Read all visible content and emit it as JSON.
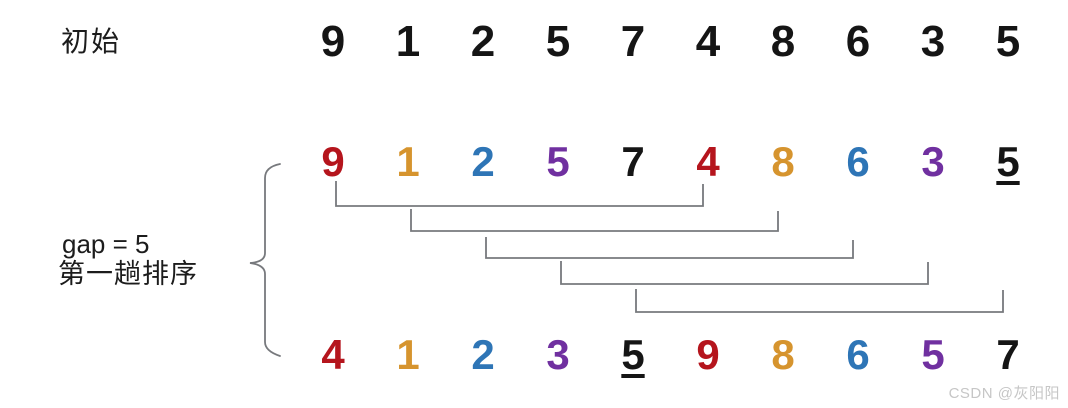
{
  "labels": {
    "initial": "初始",
    "gap": "gap = 5",
    "pass": "第一趟排序"
  },
  "watermark": "CSDN @灰阳阳",
  "palette": {
    "black": "#151515",
    "red": "#B5151D",
    "orange": "#D6942E",
    "blue": "#2E75B6",
    "purple": "#7030A0",
    "line": "#77797D",
    "watermark": "#C6C6C6"
  },
  "rows": [
    {
      "id": "initial",
      "values": [
        "9",
        "1",
        "2",
        "5",
        "7",
        "4",
        "8",
        "6",
        "3",
        "5"
      ],
      "colors": [
        "black",
        "black",
        "black",
        "black",
        "black",
        "black",
        "black",
        "black",
        "black",
        "black"
      ],
      "underline": []
    },
    {
      "id": "pass-before",
      "values": [
        "9",
        "1",
        "2",
        "5",
        "7",
        "4",
        "8",
        "6",
        "3",
        "5"
      ],
      "colors": [
        "red",
        "orange",
        "blue",
        "purple",
        "black",
        "red",
        "orange",
        "blue",
        "purple",
        "black"
      ],
      "underline": [
        9
      ]
    },
    {
      "id": "pass-after",
      "values": [
        "4",
        "1",
        "2",
        "3",
        "5",
        "9",
        "8",
        "6",
        "5",
        "7"
      ],
      "colors": [
        "red",
        "orange",
        "blue",
        "purple",
        "black",
        "red",
        "orange",
        "blue",
        "purple",
        "black"
      ],
      "underline": [
        4
      ]
    }
  ],
  "connectors": [
    {
      "from": 0,
      "to": 5
    },
    {
      "from": 1,
      "to": 6
    },
    {
      "from": 2,
      "to": 7
    },
    {
      "from": 3,
      "to": 8
    },
    {
      "from": 4,
      "to": 9
    }
  ]
}
